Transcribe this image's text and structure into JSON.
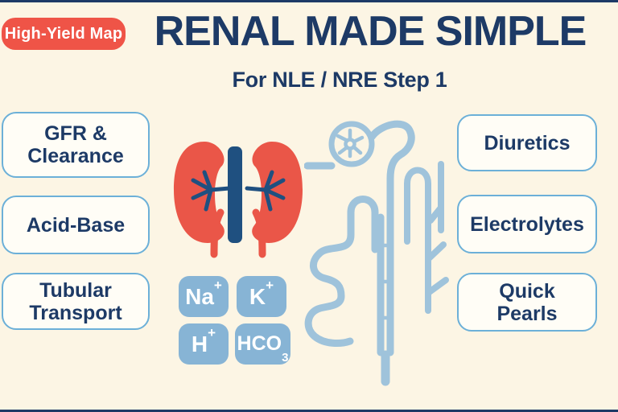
{
  "colors": {
    "background": "#fcf5e4",
    "navy_text": "#1d3a66",
    "coral": "#ef5447",
    "kidney_red": "#ea5648",
    "vessel_navy": "#1f5080",
    "chip_blue": "#87b4d5",
    "nephron_blue": "#9fc3db",
    "card_border_blue": "#6cb0d8",
    "card_fill": "#fffdf6",
    "white": "#ffffff"
  },
  "badge": {
    "label": "High-Yield Map"
  },
  "header": {
    "title": "RENAL MADE SIMPLE",
    "subtitle": "For NLE / NRE Step 1"
  },
  "topics_left": [
    {
      "label": "GFR &\nClearance"
    },
    {
      "label": "Acid-Base"
    },
    {
      "label": "Tubular\nTransport"
    }
  ],
  "topics_right": [
    {
      "label": "Diuretics"
    },
    {
      "label": "Electrolytes"
    },
    {
      "label": "Quick\nPearls"
    }
  ],
  "ions": [
    {
      "base": "Na",
      "sup": "+"
    },
    {
      "base": "K",
      "sup": "+"
    },
    {
      "base": "H",
      "sup": "+"
    },
    {
      "base": "HCO",
      "sub": "3"
    }
  ]
}
